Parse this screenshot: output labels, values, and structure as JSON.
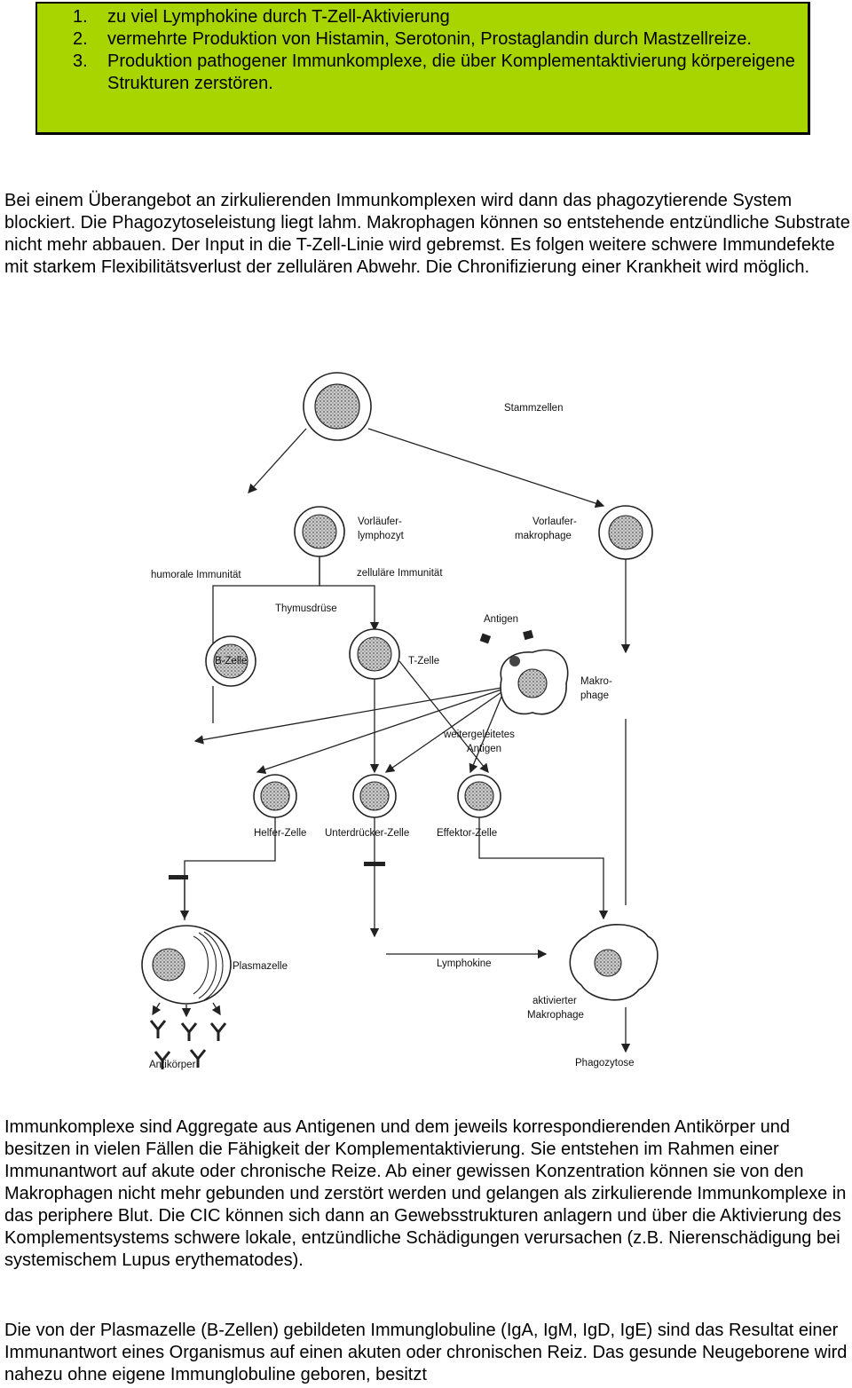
{
  "box": {
    "items": [
      {
        "num": "1.",
        "text": "zu viel Lymphokine durch T-Zell-Aktivierung"
      },
      {
        "num": "2.",
        "text": "vermehrte Produktion von Histamin, Serotonin, Prostaglandin durch Mastzellreize."
      },
      {
        "num": "3.",
        "text": "Produktion pathogener Immunkomplexe, die über Komplementaktivierung körpereigene Strukturen zerstören."
      }
    ]
  },
  "paragraph1": "Bei einem Überangebot an zirkulierenden Immunkomplexen wird dann das phagozytierende System blockiert. Die Phagozytoseleistung liegt lahm. Makrophagen können so entstehende entzündliche Substrate nicht mehr abbauen. Der Input in die T-Zell-Linie wird gebremst. Es folgen weitere schwere Immundefekte mit starkem Flexibilitätsverlust der zellulären Abwehr. Die Chronifizierung einer Krankheit wird möglich.",
  "diagram": {
    "stammzellen": "Stammzellen",
    "vorlaeufer_lymphozyt_1": "Vorläufer-",
    "vorlaeufer_lymphozyt_2": "lymphozyt",
    "vorlaeufer_makrophage_1": "Vorlaufer-",
    "vorlaeufer_makrophage_2": "makrophage",
    "humorale": "humorale Immunität",
    "zellulaere": "zelluläre Immunität",
    "thymusdruese": "Thymusdrüse",
    "antigen": "Antigen",
    "b_zelle": "B-Zelle",
    "t_zelle": "T-Zelle",
    "makrophage_1": "Makro-",
    "makrophage_2": "phage",
    "weitergeleitetes_1": "weitergeleitetes",
    "weitergeleitetes_2": "Antigen",
    "helfer": "Helfer-Zelle",
    "unterdruecker": "Unterdrücker-Zelle",
    "effektor": "Effektor-Zelle",
    "plasmazelle": "Plasmazelle",
    "lymphokine": "Lymphokine",
    "aktivierter_1": "aktivierter",
    "aktivierter_2": "Makrophage",
    "antikoerper": "Antikörper",
    "phagozytose": "Phagozytose"
  },
  "paragraph2": "Immunkomplexe sind Aggregate aus Antigenen und dem jeweils korrespondierenden Antikörper und besitzen in vielen Fällen die Fähigkeit der Komplementaktivierung. Sie entstehen im Rahmen einer Immunantwort auf akute oder chronische Reize. Ab einer gewissen Konzentration können sie von den Makrophagen nicht mehr gebunden und zerstört werden und gelangen als zirkulierende Immunkomplexe in das periphere Blut. Die CIC können sich dann an Gewebsstrukturen anlagern und über die Aktivierung des Komplementsystems schwere lokale, entzündliche Schädigungen verursachen (z.B. Nierenschädigung bei systemischem Lupus erythematodes).",
  "paragraph3": "Die von der Plasmazelle (B-Zellen) gebildeten Immunglobuline (IgA, IgM, IgD, IgE) sind das Resultat einer Immunantwort eines Organismus auf einen akuten oder chronischen Reiz. Das gesunde Neugeborene wird nahezu ohne eigene Immunglobuline geboren, besitzt"
}
